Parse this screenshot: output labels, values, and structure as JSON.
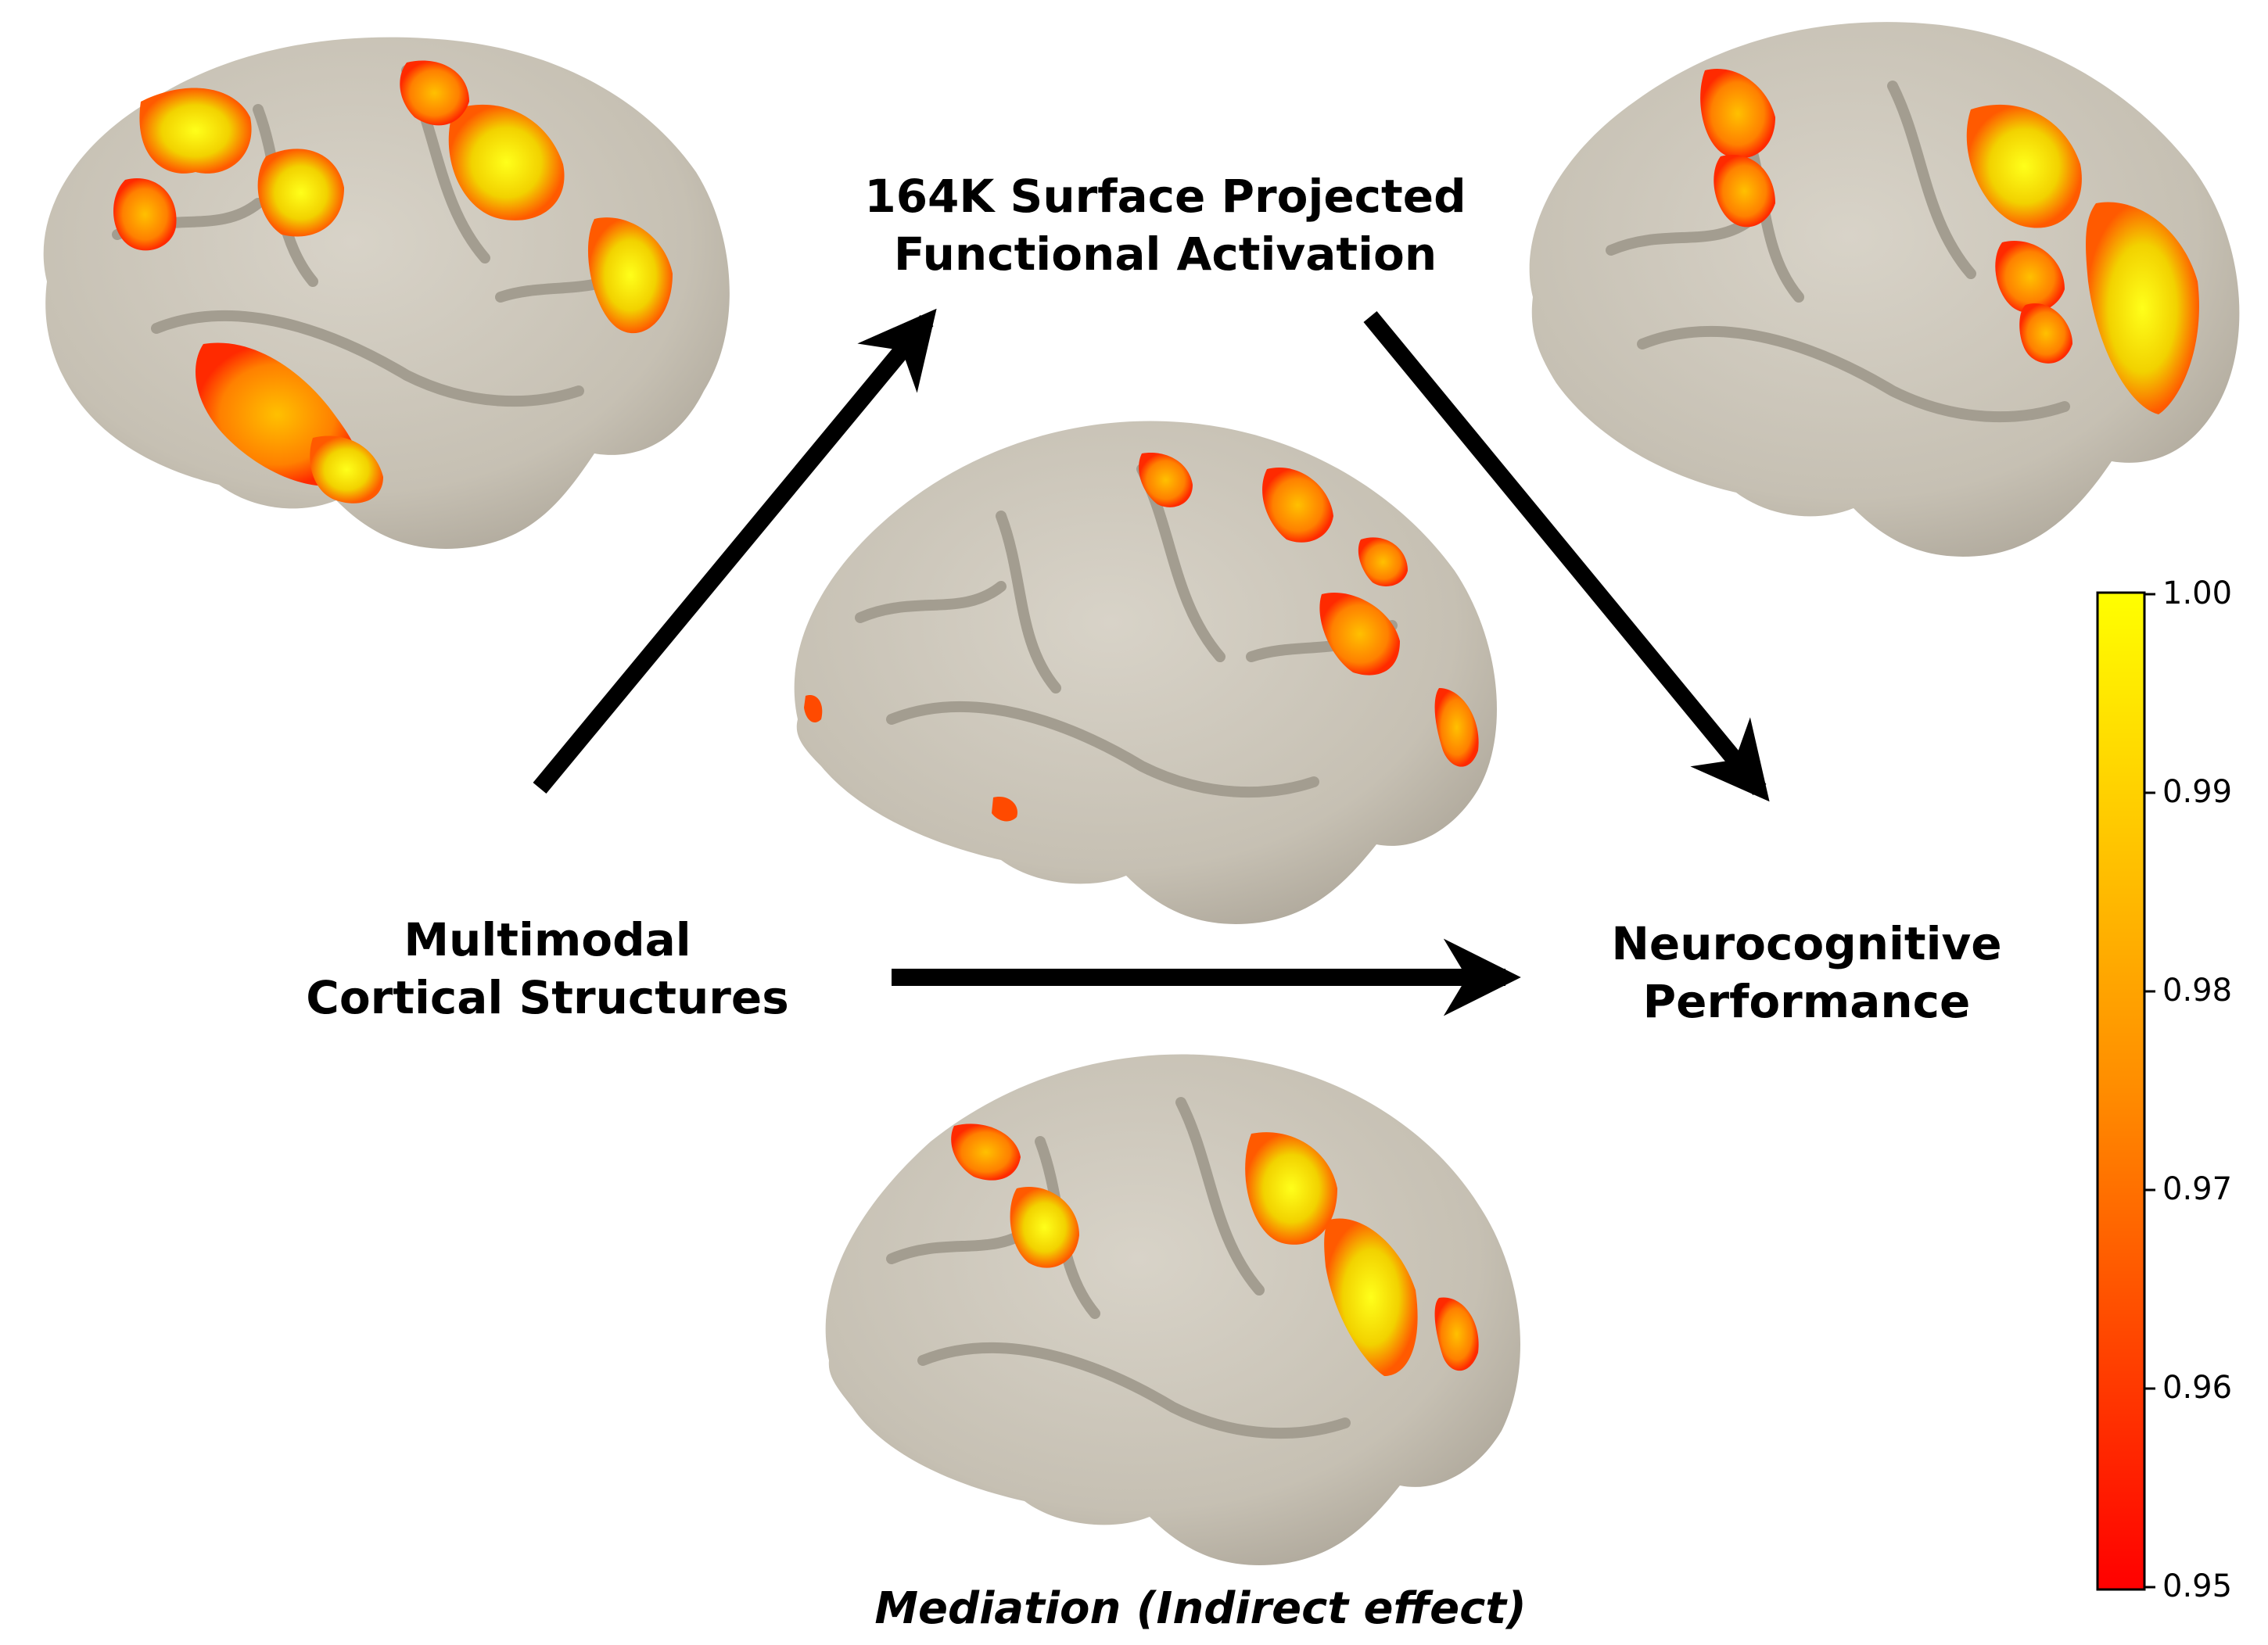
{
  "nodes": {
    "top": {
      "line1": "164K Surface Projected",
      "line2": "Functional Activation"
    },
    "left": {
      "line1": "Multimodal",
      "line2": "Cortical Structures"
    },
    "right": {
      "line1": "Neurocognitive",
      "line2": "Performance"
    }
  },
  "caption": "Mediation (Indirect effect)",
  "colorbar": {
    "min": 0.95,
    "max": 1.0,
    "ticks": [
      "1.00",
      "0.99",
      "0.98",
      "0.97",
      "0.96",
      "0.95"
    ],
    "colors": {
      "low": "#ff0000",
      "mid": "#ff8c00",
      "high": "#ffff00"
    }
  },
  "colors": {
    "cortex": "#c9c3b6",
    "sulcus": "#a8a296",
    "arrow": "#000000"
  }
}
